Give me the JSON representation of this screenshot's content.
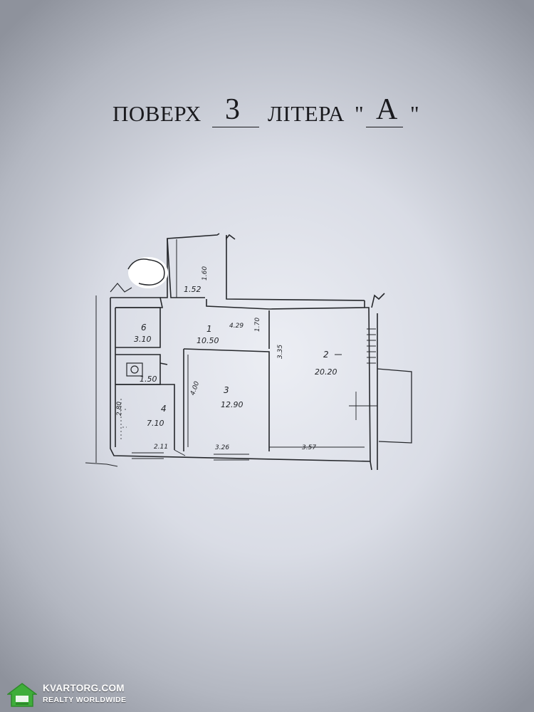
{
  "header": {
    "floor_label": "ПОВЕРХ",
    "floor_number": "3",
    "letter_label": "ЛІТЕРА",
    "quote": "\"",
    "letter": "А"
  },
  "plan": {
    "rooms": [
      {
        "number": "1",
        "area": "10.50"
      },
      {
        "number": "2",
        "area": "20.20"
      },
      {
        "number": "3",
        "area": "12.90"
      },
      {
        "number": "4",
        "area": "7.10"
      },
      {
        "number": "6",
        "area": "3.10"
      }
    ],
    "other_areas": [
      "1.50",
      "1.52"
    ],
    "dimensions": [
      "4.29",
      "1.70",
      "3.35",
      "4.00",
      "2.80",
      "2.11",
      "3.26",
      "3.57",
      "1.60"
    ]
  },
  "watermark": {
    "brand": "KVARTORG.COM",
    "tagline": "REALTY WORLDWIDE",
    "colors": {
      "house": "#3fae3a",
      "roof": "#2e8a2a"
    }
  }
}
